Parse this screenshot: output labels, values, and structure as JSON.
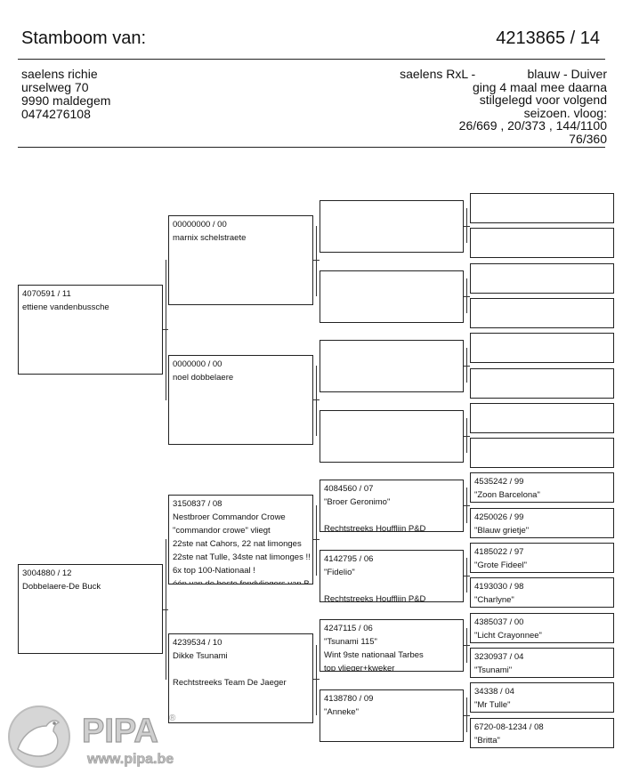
{
  "header": {
    "title": "Stamboom van:",
    "ring": "4213865 / 14"
  },
  "owner": {
    "lines": [
      "saelens richie",
      "urselweg 70",
      "9990 maldegem",
      "0474276108"
    ]
  },
  "description": {
    "lines": [
      "saelens RxL -               blauw - Duiver",
      "ging 4 maal mee daarna",
      "stilgelegd voor volgend",
      "seizoen. vloog:",
      "26/669 , 20/373 , 144/1100",
      "76/360"
    ]
  },
  "pedigree": {
    "father": {
      "lines": [
        "4070591 / 11",
        "ettiene vandenbussche"
      ]
    },
    "mother": {
      "lines": [
        "3004880 / 12",
        "Dobbelaere-De Buck"
      ]
    },
    "ff": {
      "lines": [
        "00000000 / 00",
        "marnix schelstraete"
      ]
    },
    "fm": {
      "lines": [
        "0000000 / 00",
        "noel dobbelaere"
      ]
    },
    "mf": {
      "lines": [
        "3150837 / 08",
        "Nestbroer Commandor Crowe",
        "\"commandor crowe\" vliegt",
        "22ste nat Cahors, 22 nat limonges",
        "22ste nat Tulle, 34ste nat limonges !!",
        "6x top 100-Nationaal !",
        "één van de beste fondvliegers van B"
      ]
    },
    "mm": {
      "lines": [
        "4239534 / 10",
        "Dikke Tsunami",
        "",
        "Rechtstreeks Team De Jaeger"
      ]
    },
    "g3": [
      {
        "lines": []
      },
      {
        "lines": []
      },
      {
        "lines": []
      },
      {
        "lines": []
      },
      {
        "lines": [
          "4084560 / 07",
          "\"Broer Geronimo\"",
          "",
          "Rechtstreeks Houfflijn P&D"
        ]
      },
      {
        "lines": [
          "4142795 / 06",
          "\"Fidelio\"",
          "",
          "Rechtstreeks Houfflijn P&D"
        ]
      },
      {
        "lines": [
          "4247115 / 06",
          "\"Tsunami 115\"",
          "Wint 9ste nationaal Tarbes",
          "top vlieger+kweker"
        ]
      },
      {
        "lines": [
          "4138780 / 09",
          "\"Anneke\""
        ]
      }
    ],
    "g4": [
      {
        "lines": []
      },
      {
        "lines": []
      },
      {
        "lines": []
      },
      {
        "lines": []
      },
      {
        "lines": []
      },
      {
        "lines": []
      },
      {
        "lines": []
      },
      {
        "lines": []
      },
      {
        "lines": [
          "4535242 / 99",
          "\"Zoon Barcelona\""
        ]
      },
      {
        "lines": [
          "4250026 / 99",
          "\"Blauw grietje\""
        ]
      },
      {
        "lines": [
          "4185022 / 97",
          "\"Grote Fideel\""
        ]
      },
      {
        "lines": [
          "4193030 / 98",
          "\"Charlyne\""
        ]
      },
      {
        "lines": [
          "4385037 / 00",
          "\"Licht Crayonnee\""
        ]
      },
      {
        "lines": [
          "3230937 / 04",
          "\"Tsunami\""
        ]
      },
      {
        "lines": [
          "34338 / 04",
          "\"Mr Tulle\""
        ]
      },
      {
        "lines": [
          "6720-08-1234 / 08",
          "\"Britta\""
        ]
      }
    ]
  },
  "logo": {
    "text": "PIPA",
    "registered": "®",
    "url": "www.pipa.be"
  },
  "colors": {
    "ink": "#111111",
    "logo_fill": "#c9c9c9"
  }
}
